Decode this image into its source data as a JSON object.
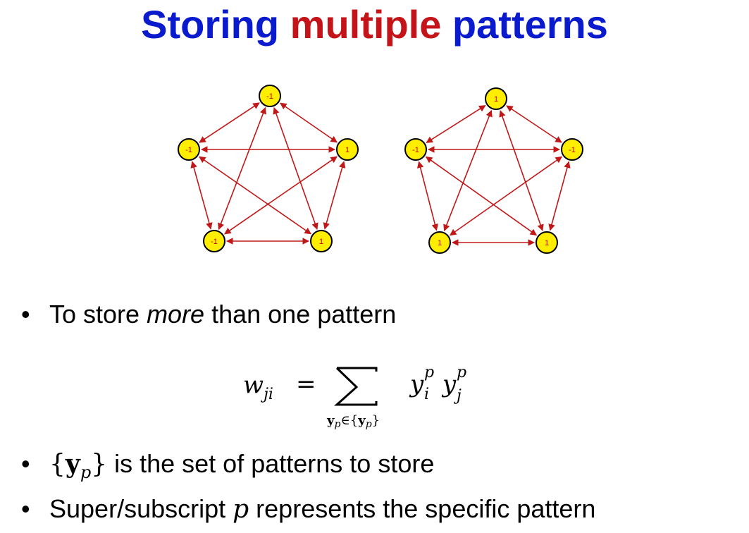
{
  "slide": {
    "title_part1": "Storing",
    "title_part2": "multiple",
    "title_part3": "patterns"
  },
  "networks": [
    {
      "node_values": [
        "-1",
        "-1",
        "1",
        "-1",
        "1"
      ]
    },
    {
      "node_values": [
        "1",
        "-1",
        "-1",
        "1",
        "1"
      ]
    }
  ],
  "bullets": [
    {
      "before": "To store ",
      "emph": "more",
      "after": " than one pattern"
    },
    {
      "set_open": "{",
      "set_sym": "y",
      "set_sub": "p",
      "set_close": "}",
      "text": " is the set of patterns to store"
    },
    {
      "before": "Super/subscript ",
      "sym": "p",
      "after": " represents the specific pattern"
    }
  ],
  "formula": {
    "lhs": "w",
    "lhs_sub": "ji",
    "equals": "=",
    "sum_under": "y",
    "sum_under_sub": "p",
    "sum_under_rest": "∈{",
    "sum_under_set": "y",
    "sum_under_set_sub": "p",
    "sum_under_close": "}",
    "term1": "y",
    "term1_sup": "p",
    "term1_sub": "i",
    "term2": "y",
    "term2_sup": "p",
    "term2_sub": "j"
  },
  "colors": {
    "title_blue": "#0A1ACD",
    "title_red": "#C4141A",
    "edge": "#C01818",
    "node_fill": "#FFEE00",
    "node_stroke": "#000000"
  }
}
